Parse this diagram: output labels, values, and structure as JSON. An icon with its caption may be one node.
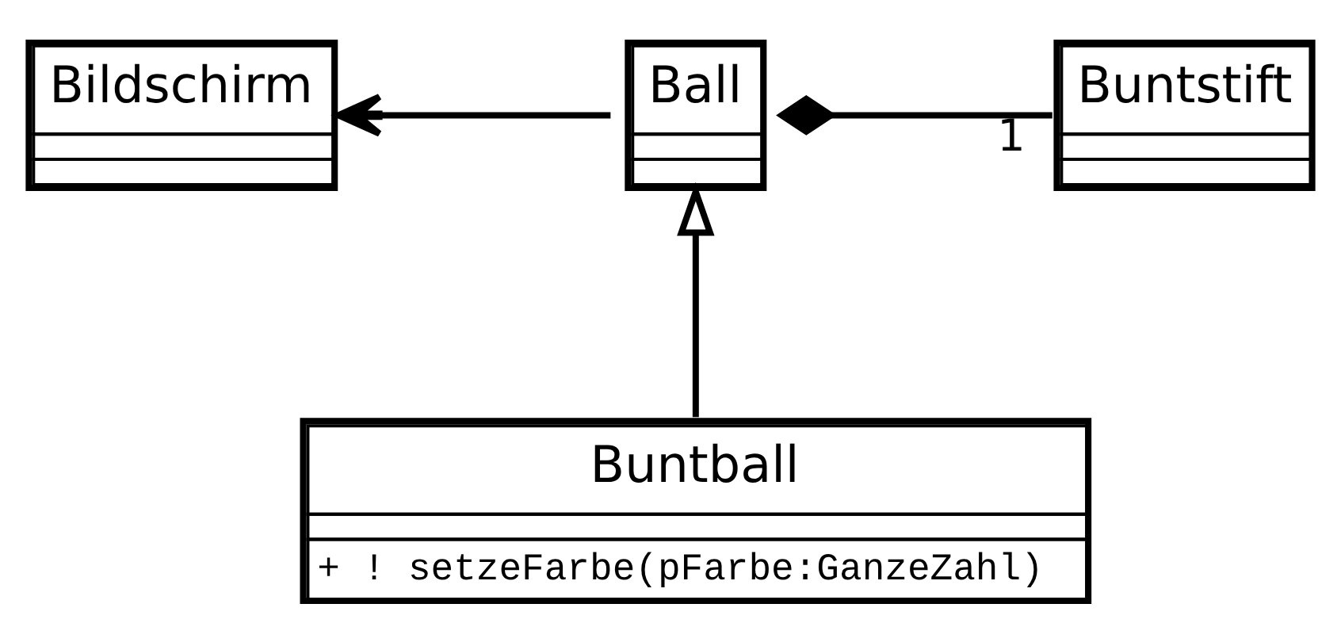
{
  "diagram": {
    "nodes": [
      {
        "text": [
          "Bildschirm"
        ]
      },
      {
        "text": [
          "Ball"
        ]
      },
      {
        "text": [
          "Buntstift"
        ]
      },
      {
        "text": [
          "Buntball",
          "+ ! setzeFarbe(pFarbe:GanzeZahl)"
        ]
      }
    ],
    "edges": [
      {
        "from": 1,
        "to": 0,
        "arrow": "to"
      },
      {
        "from": 1,
        "to": 2,
        "arrow": "other",
        "label": "1"
      },
      {
        "from": 3,
        "to": 1,
        "arrow": "to"
      }
    ]
  }
}
